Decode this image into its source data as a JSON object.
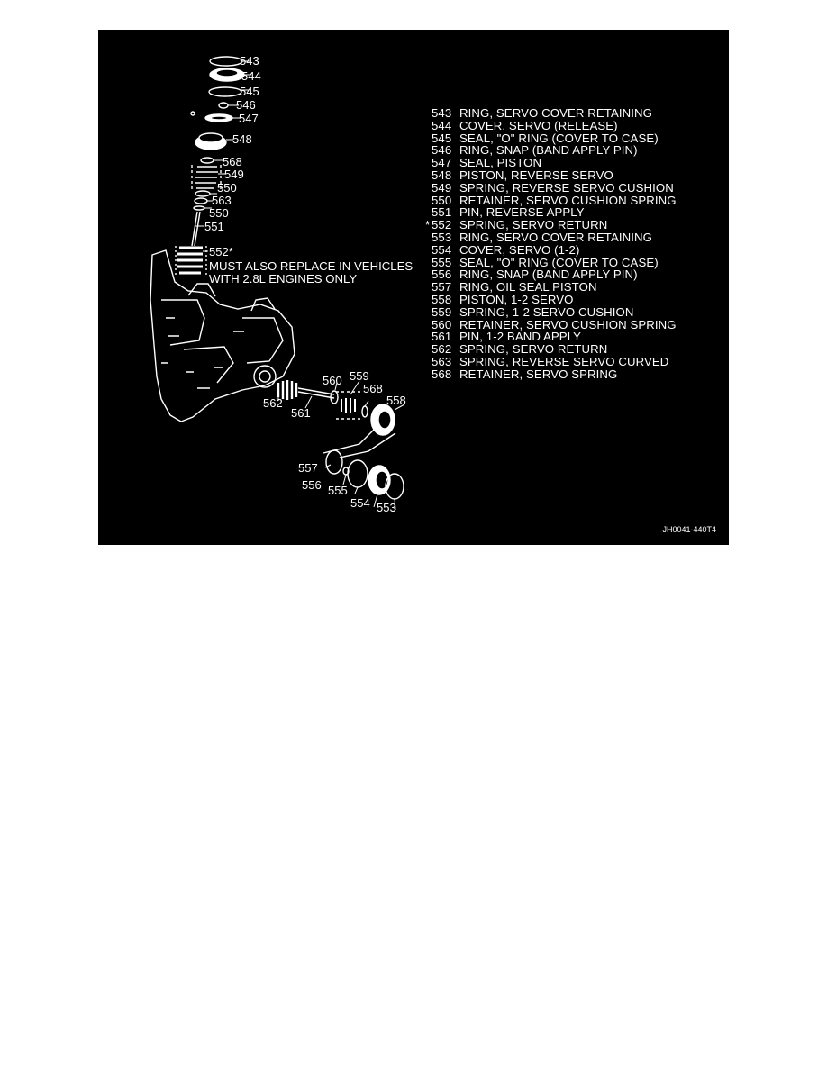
{
  "parts": [
    {
      "num": "543",
      "desc": "RING, SERVO COVER RETAINING"
    },
    {
      "num": "544",
      "desc": "COVER, SERVO (RELEASE)"
    },
    {
      "num": "545",
      "desc": "SEAL, \"O\" RING (COVER TO CASE)"
    },
    {
      "num": "546",
      "desc": "RING, SNAP (BAND APPLY PIN)"
    },
    {
      "num": "547",
      "desc": "SEAL, PISTON"
    },
    {
      "num": "548",
      "desc": "PISTON, REVERSE SERVO"
    },
    {
      "num": "549",
      "desc": "SPRING, REVERSE SERVO CUSHION"
    },
    {
      "num": "550",
      "desc": "RETAINER, SERVO CUSHION SPRING"
    },
    {
      "num": "551",
      "desc": "PIN, REVERSE APPLY"
    },
    {
      "num": "552",
      "desc": "SPRING, SERVO RETURN",
      "mark": "*"
    },
    {
      "num": "553",
      "desc": "RING, SERVO COVER RETAINING"
    },
    {
      "num": "554",
      "desc": "COVER, SERVO (1-2)"
    },
    {
      "num": "555",
      "desc": "SEAL, \"O\" RING (COVER TO CASE)"
    },
    {
      "num": "556",
      "desc": "RING, SNAP (BAND APPLY PIN)"
    },
    {
      "num": "557",
      "desc": "RING, OIL SEAL PISTON"
    },
    {
      "num": "558",
      "desc": "PISTON, 1-2 SERVO"
    },
    {
      "num": "559",
      "desc": "SPRING, 1-2 SERVO CUSHION"
    },
    {
      "num": "560",
      "desc": "RETAINER, SERVO CUSHION SPRING"
    },
    {
      "num": "561",
      "desc": "PIN, 1-2 BAND APPLY"
    },
    {
      "num": "562",
      "desc": "SPRING, SERVO RETURN"
    },
    {
      "num": "563",
      "desc": "SPRING, REVERSE SERVO CURVED"
    },
    {
      "num": "568",
      "desc": "RETAINER, SERVO SPRING"
    }
  ],
  "callouts": {
    "c543": "543",
    "c544": "544",
    "c545": "545",
    "c546": "546",
    "c547": "547",
    "c548": "548",
    "c568a": "568",
    "c549": "549",
    "c550a": "550",
    "c563": "563",
    "c550b": "550",
    "c551": "551",
    "c552": "552*",
    "c560": "560",
    "c559": "559",
    "c568b": "568",
    "c558": "558",
    "c562": "562",
    "c561": "561",
    "c557": "557",
    "c556": "556",
    "c555": "555",
    "c554": "554",
    "c553": "553"
  },
  "note": {
    "line1": "MUST ALSO REPLACE IN VEHICLES",
    "line2": "WITH 2.8L ENGINES ONLY"
  },
  "figure_code": "JH0041-440T4",
  "colors": {
    "background": "#000000",
    "ink": "#ffffff",
    "page": "#ffffff"
  }
}
